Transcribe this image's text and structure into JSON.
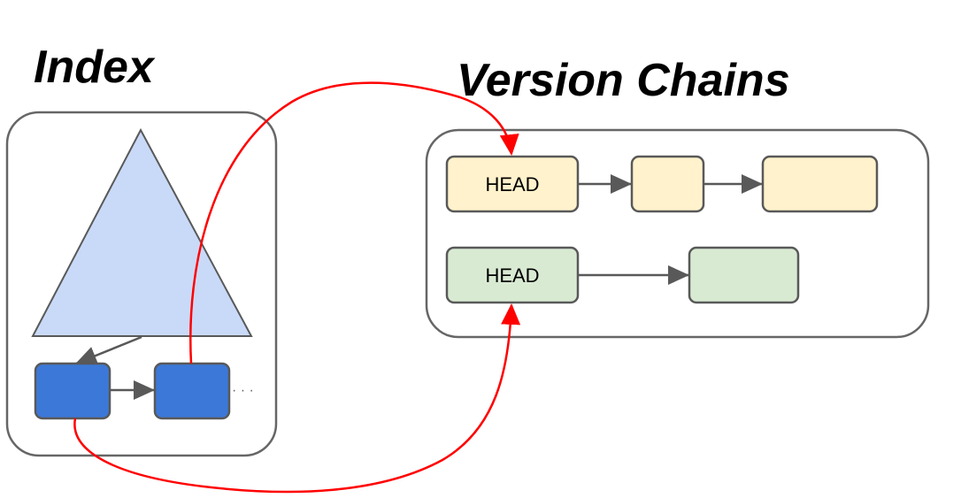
{
  "titles": {
    "index": "Index",
    "version_chains": "Version Chains"
  },
  "chains": {
    "yellow_head_label": "HEAD",
    "green_head_label": "HEAD"
  },
  "leaf_continuation": "· · ·",
  "colors": {
    "panel_stroke": "#666666",
    "triangle_fill": "#c9daf8",
    "leaf_fill": "#3c78d8",
    "yellow_fill": "#fff2cc",
    "green_fill": "#d9ead3",
    "arrow_gray": "#595959",
    "pointer_red": "#ff0000"
  }
}
